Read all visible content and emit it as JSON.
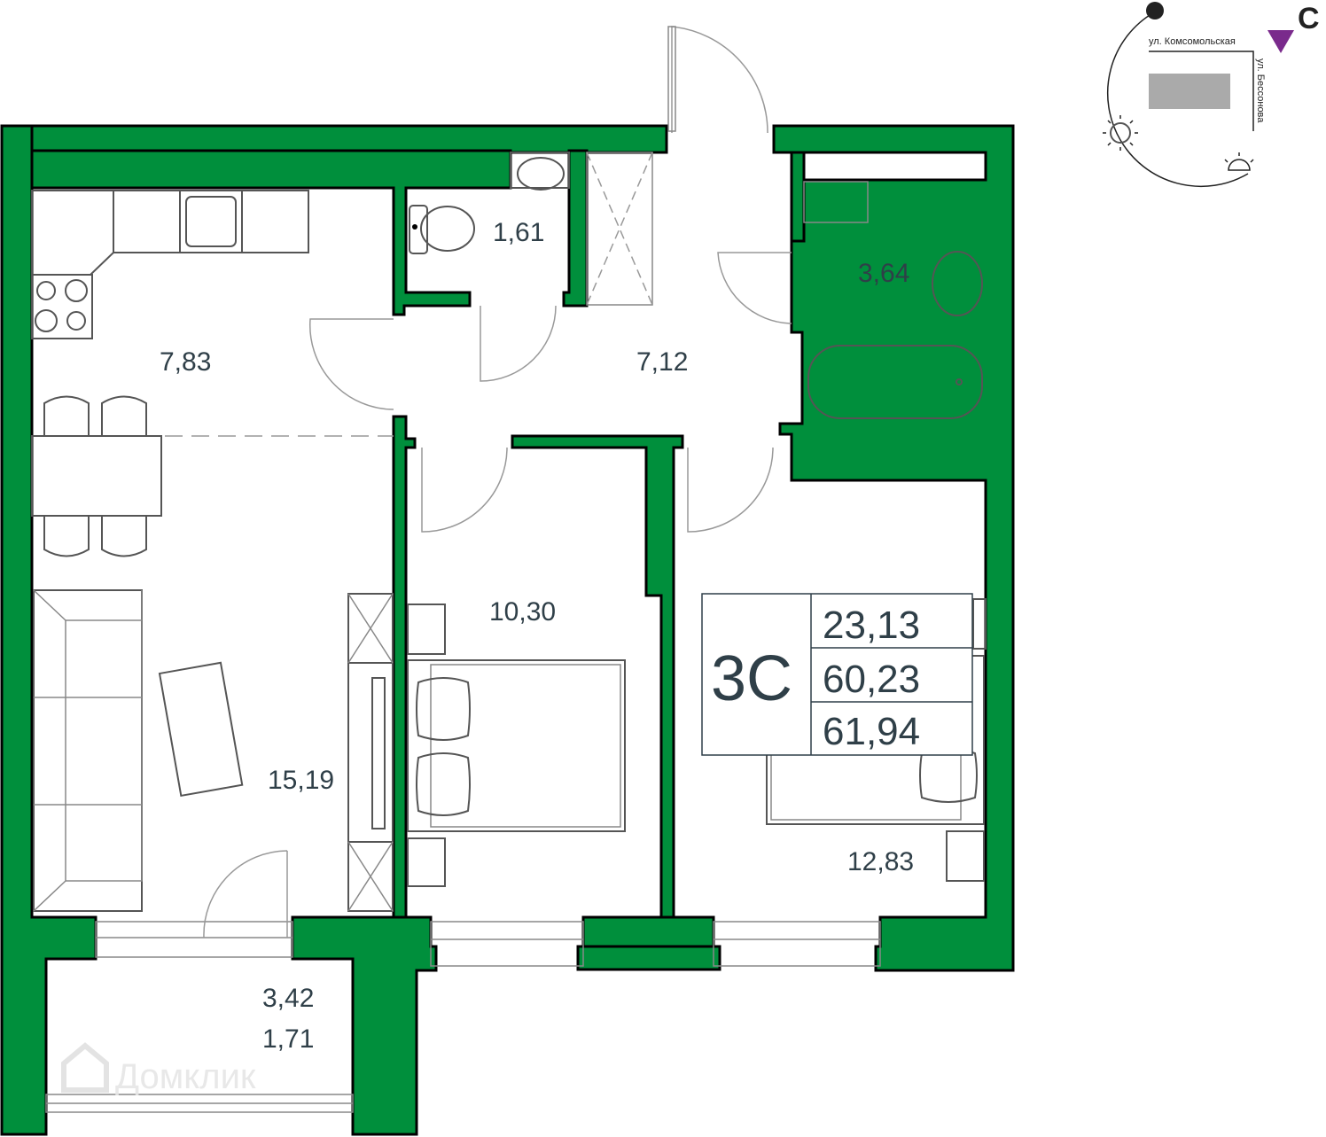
{
  "rooms": {
    "kitchen": "7,83",
    "wc": "1,61",
    "hall": "7,12",
    "bathroom": "3,64",
    "living": "15,19",
    "bedroom1": "10,30",
    "bedroom2": "12,83",
    "balcony_area": "3,42",
    "balcony_reduced": "1,71"
  },
  "summary": {
    "label": "3С",
    "living_area": "23,13",
    "total_area": "60,23",
    "total_with_balcony": "61,94"
  },
  "compass": {
    "north": "С",
    "street_top": "ул. Комсомольская",
    "street_right": "ул. Бессонова"
  },
  "watermark": "Домклик",
  "colors": {
    "wall": "#008f3c",
    "text": "#2f3f48",
    "compass_arrow": "#7a2a8c"
  }
}
